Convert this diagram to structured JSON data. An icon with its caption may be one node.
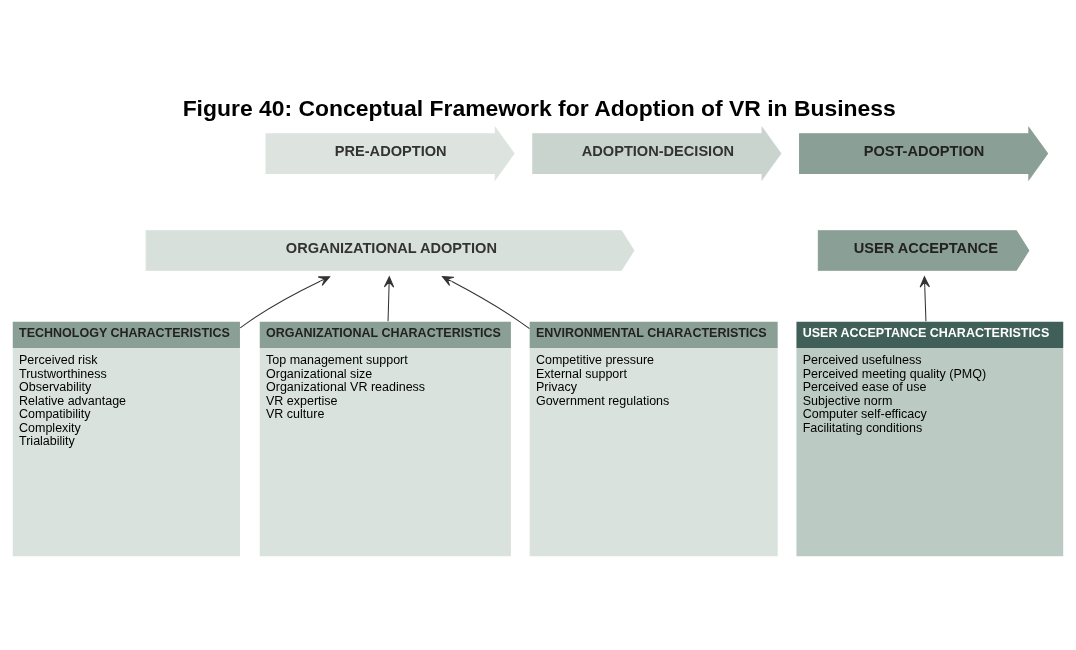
{
  "diagram": {
    "title": "Figure 40: Conceptual Framework for Adoption of VR in Business",
    "nodes": [
      {
        "text": [
          "PRE-ADOPTION"
        ]
      },
      {
        "text": [
          "ADOPTION-DECISION"
        ]
      },
      {
        "text": [
          "POST-ADOPTION"
        ]
      },
      {
        "text": [
          "ORGANIZATIONAL ADOPTION"
        ]
      },
      {
        "text": [
          "USER ACCEPTANCE"
        ]
      },
      {
        "text": [
          "TECHNOLOGY CHARACTERISTICS",
          "Perceived risk",
          "Trustworthiness",
          "Observability",
          "Relative advantage",
          "Compatibility",
          "Complexity",
          "Trialability"
        ]
      },
      {
        "text": [
          "ORGANIZATIONAL CHARACTERISTICS",
          "Top management support",
          "Organizational size",
          "Organizational VR readiness",
          "VR expertise",
          "VR culture"
        ]
      },
      {
        "text": [
          "ENVIRONMENTAL CHARACTERISTICS",
          "Competitive pressure",
          "External support",
          "Privacy",
          "Government regulations"
        ]
      },
      {
        "text": [
          "USER ACCEPTANCE CHARACTERISTICS",
          "Perceived usefulness",
          "Perceived meeting quality (PMQ)",
          "Perceived ease of use",
          "Subjective norm",
          "Computer self-efficacy",
          "Facilitating conditions"
        ]
      }
    ],
    "edges": [
      {
        "from": 5,
        "to": 3,
        "arrow": "to"
      },
      {
        "from": 6,
        "to": 3,
        "arrow": "to"
      },
      {
        "from": 7,
        "to": 3,
        "arrow": "to"
      },
      {
        "from": 8,
        "to": 4,
        "arrow": "to"
      }
    ]
  }
}
